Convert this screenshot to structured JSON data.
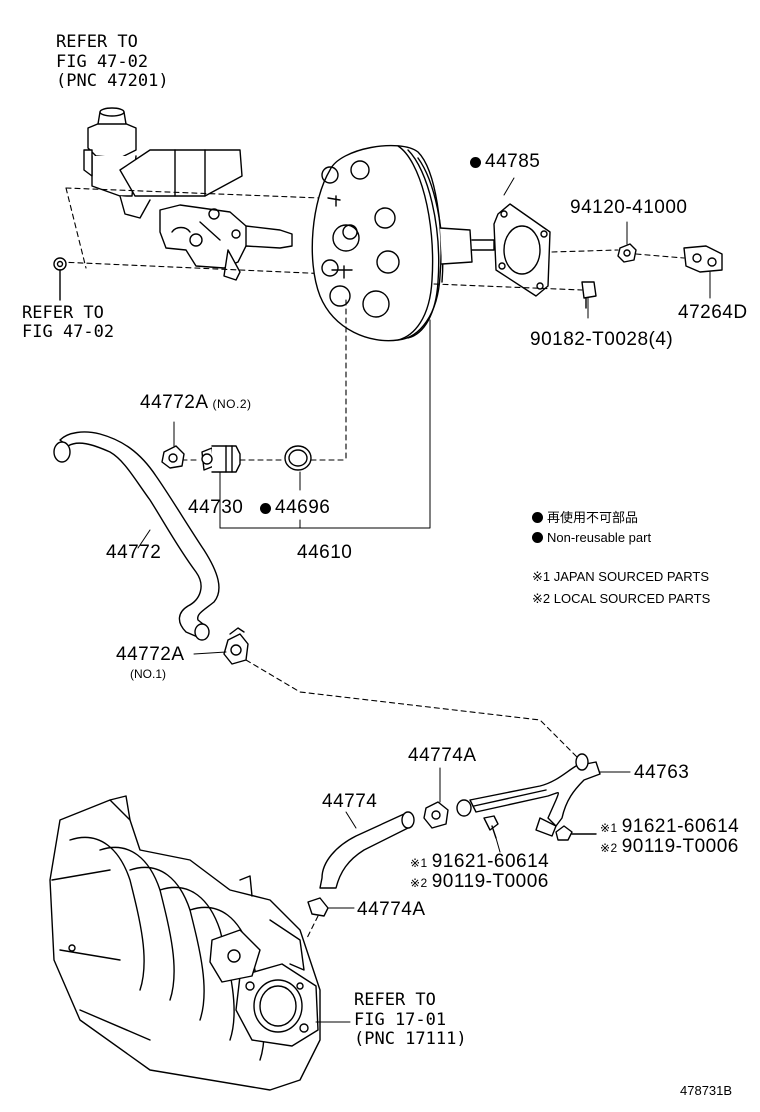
{
  "refs": {
    "master_cyl": [
      "REFER TO",
      "FIG 47-02",
      "(PNC 47201)"
    ],
    "clip": [
      "REFER TO",
      "FIG 47-02"
    ],
    "throttle": [
      "REFER TO",
      "FIG 17-01",
      "(PNC 17111)"
    ]
  },
  "parts": {
    "p44785": "44785",
    "p94120": "94120-41000",
    "p47264D": "47264D",
    "p90182": "90182-T0028(4)",
    "p44772A_no2": "44772A",
    "p44772A_no2_note": "(NO.2)",
    "p44730": "44730",
    "p44696": "44696",
    "p44610": "44610",
    "p44772": "44772",
    "p44772A_no1": "44772A",
    "p44772A_no1_note": "(NO.1)",
    "p44774A_top": "44774A",
    "p44763": "44763",
    "p44774": "44774",
    "p91621_right": "91621-60614",
    "p90119_right": "90119-T0006",
    "p91621_mid": "91621-60614",
    "p90119_mid": "90119-T0006",
    "p44774A_bottom": "44774A",
    "mark1": "※1",
    "mark2": "※2"
  },
  "legend": {
    "jp": "再使用不可部品",
    "en": "Non-reusable part",
    "note1": "※1 JAPAN SOURCED PARTS",
    "note2": "※2 LOCAL SOURCED PARTS"
  },
  "figure_id": "478731B"
}
